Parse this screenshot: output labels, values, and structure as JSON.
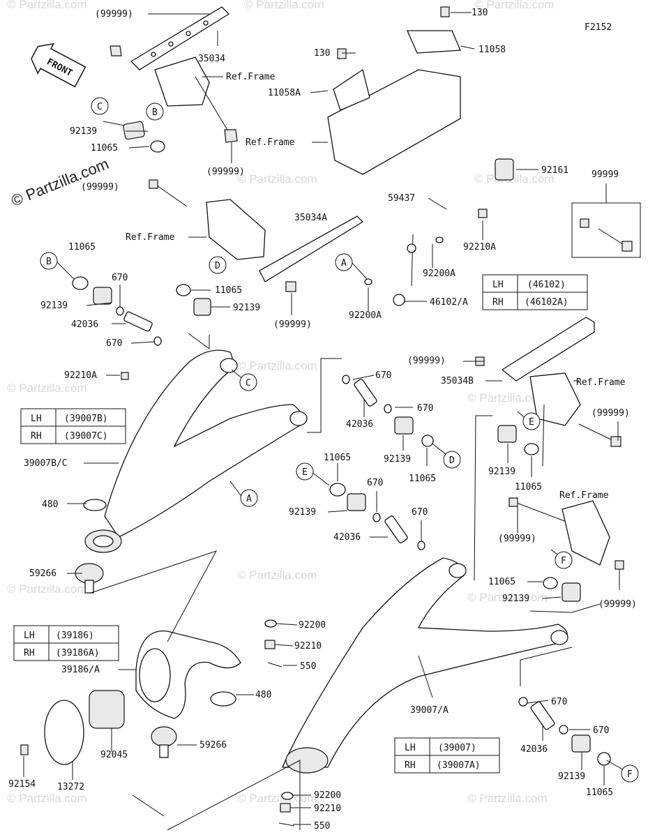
{
  "figure_code": "F2152",
  "front_label": "FRONT",
  "watermark": "© Partzilla.com",
  "ref_frame": "Ref.Frame",
  "part_numbers": {
    "p99999": "(99999)",
    "p99999_plain": "99999",
    "p35034": "35034",
    "p130": "130",
    "p11058": "11058",
    "p11058A": "11058A",
    "p92139": "92139",
    "p11065": "11065",
    "p92161": "92161",
    "p59437": "59437",
    "p35034A": "35034A",
    "p92210A": "92210A",
    "p670": "670",
    "p42036": "42036",
    "p92200A": "92200A",
    "p46102A": "46102/A",
    "p35034B": "35034B",
    "p39007BC": "39007B/C",
    "p480": "480",
    "p59266": "59266",
    "p92200": "92200",
    "p92210": "92210",
    "p550": "550",
    "p39186A": "39186/A",
    "p92154": "92154",
    "p92045": "92045",
    "p13272": "13272",
    "p39007A": "39007/A"
  },
  "callouts": [
    "A",
    "B",
    "C",
    "D",
    "E",
    "F"
  ],
  "tables": {
    "t46102": [
      [
        "LH",
        "(46102)"
      ],
      [
        "RH",
        "(46102A)"
      ]
    ],
    "t39007BC": [
      [
        "LH",
        "(39007B)"
      ],
      [
        "RH",
        "(39007C)"
      ]
    ],
    "t39186": [
      [
        "LH",
        "(39186)"
      ],
      [
        "RH",
        "(39186A)"
      ]
    ],
    "t39007": [
      [
        "LH",
        "(39007)"
      ],
      [
        "RH",
        "(39007A)"
      ]
    ]
  }
}
